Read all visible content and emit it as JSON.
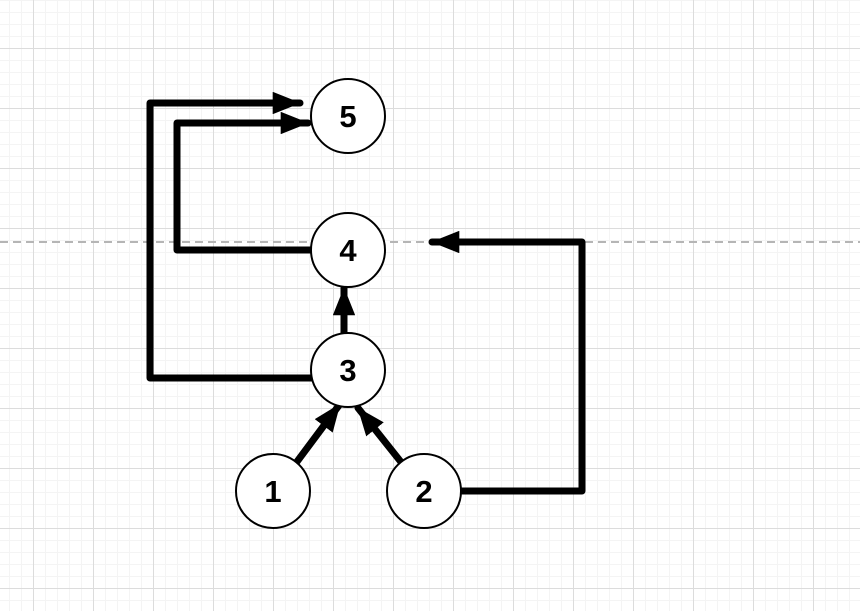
{
  "diagram": {
    "type": "directed-graph",
    "nodes": [
      {
        "id": "1",
        "label": "1"
      },
      {
        "id": "2",
        "label": "2"
      },
      {
        "id": "3",
        "label": "3"
      },
      {
        "id": "4",
        "label": "4"
      },
      {
        "id": "5",
        "label": "5"
      }
    ],
    "edges": [
      {
        "from": "1",
        "to": "3"
      },
      {
        "from": "2",
        "to": "3"
      },
      {
        "from": "3",
        "to": "4"
      },
      {
        "from": "3",
        "to": "5"
      },
      {
        "from": "4",
        "to": "5"
      },
      {
        "from": "2",
        "to": "4"
      }
    ]
  },
  "canvas": {
    "background_color": "#ffffff",
    "grid_minor_color": "#f4f4f4",
    "grid_major_color": "#dcdcdc",
    "guide_line_color": "#b5b5b5",
    "edge_color": "#000000",
    "node_fill_color": "#ffffff",
    "node_stroke_color": "#000000",
    "label_color": "#000000"
  }
}
